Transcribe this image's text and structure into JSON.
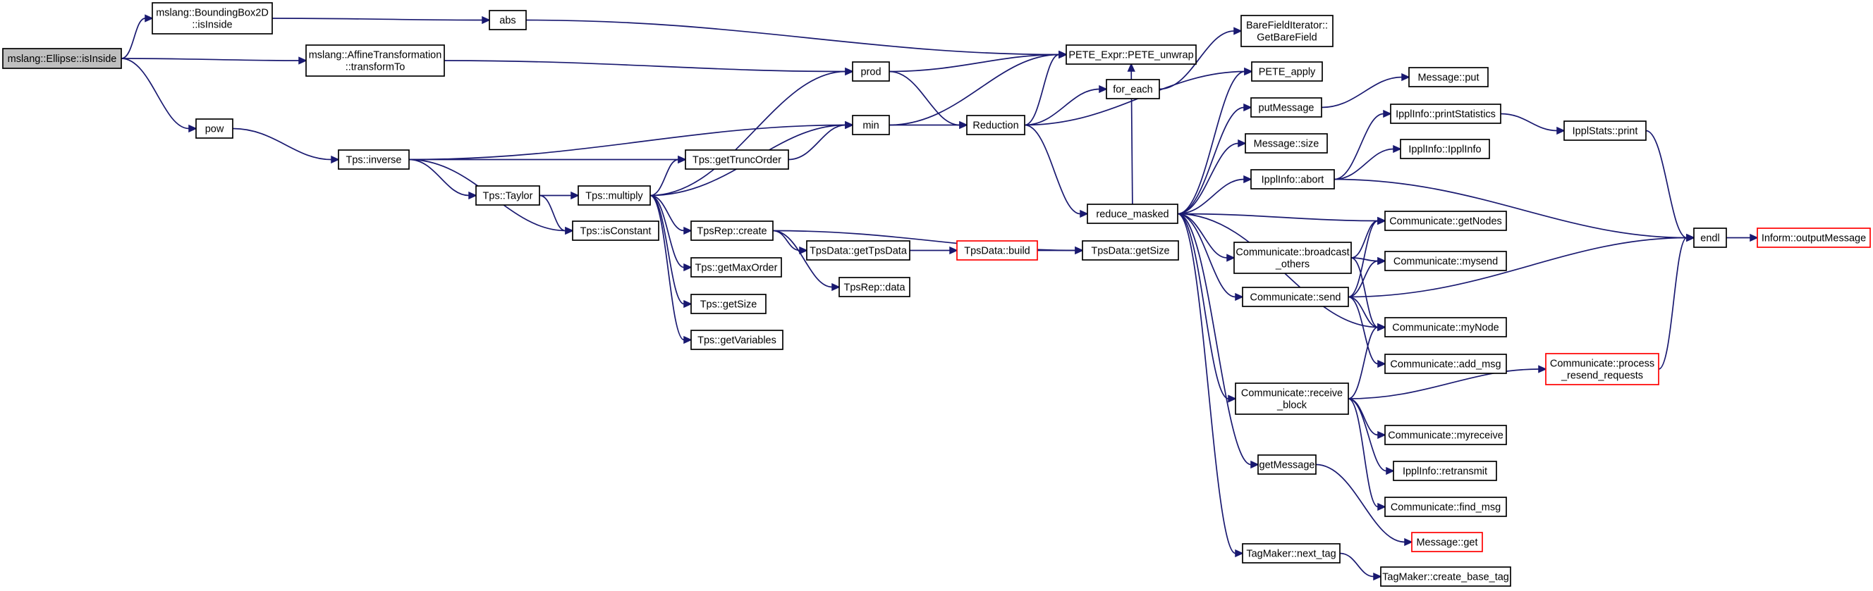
{
  "colors": {
    "edge": "#191970",
    "node_border": "#000000",
    "truncated_border": "#ff0000",
    "root_fill": "#bfbfbf"
  },
  "nodes": [
    {
      "id": "ellipse_isinside",
      "lines": [
        "mslang::Ellipse::isInside"
      ],
      "root": true
    },
    {
      "id": "bbox_isinside",
      "lines": [
        "mslang::BoundingBox2D",
        "::isInside"
      ]
    },
    {
      "id": "affine",
      "lines": [
        "mslang::AffineTransformation",
        "::transformTo"
      ]
    },
    {
      "id": "pow",
      "lines": [
        "pow"
      ]
    },
    {
      "id": "abs",
      "lines": [
        "abs"
      ]
    },
    {
      "id": "prod",
      "lines": [
        "prod"
      ]
    },
    {
      "id": "pete_unwrap",
      "lines": [
        "PETE_Expr::PETE_unwrap"
      ]
    },
    {
      "id": "barefield",
      "lines": [
        "BareFieldIterator::",
        "GetBareField"
      ]
    },
    {
      "id": "pete_apply",
      "lines": [
        "PETE_apply"
      ]
    },
    {
      "id": "for_each",
      "lines": [
        "for_each"
      ]
    },
    {
      "id": "min",
      "lines": [
        "min"
      ]
    },
    {
      "id": "reduction",
      "lines": [
        "Reduction"
      ]
    },
    {
      "id": "tps_inverse",
      "lines": [
        "Tps::inverse"
      ]
    },
    {
      "id": "tps_trunc",
      "lines": [
        "Tps::getTruncOrder"
      ]
    },
    {
      "id": "tps_taylor",
      "lines": [
        "Tps::Taylor"
      ]
    },
    {
      "id": "tps_multiply",
      "lines": [
        "Tps::multiply"
      ]
    },
    {
      "id": "tps_isconst",
      "lines": [
        "Tps::isConstant"
      ]
    },
    {
      "id": "tpsrep_create",
      "lines": [
        "TpsRep::create"
      ]
    },
    {
      "id": "tpsdata_get",
      "lines": [
        "TpsData::getTpsData"
      ]
    },
    {
      "id": "tpsdata_build",
      "lines": [
        "TpsData::build"
      ],
      "truncated": true
    },
    {
      "id": "tpsdata_size",
      "lines": [
        "TpsData::getSize"
      ]
    },
    {
      "id": "tpsrep_data",
      "lines": [
        "TpsRep::data"
      ]
    },
    {
      "id": "tps_maxorder",
      "lines": [
        "Tps::getMaxOrder"
      ]
    },
    {
      "id": "tps_size",
      "lines": [
        "Tps::getSize"
      ]
    },
    {
      "id": "tps_vars",
      "lines": [
        "Tps::getVariables"
      ]
    },
    {
      "id": "reduce_masked",
      "lines": [
        "reduce_masked"
      ]
    },
    {
      "id": "putmessage",
      "lines": [
        "putMessage"
      ]
    },
    {
      "id": "message_put",
      "lines": [
        "Message::put"
      ]
    },
    {
      "id": "message_size",
      "lines": [
        "Message::size"
      ]
    },
    {
      "id": "ippl_abort",
      "lines": [
        "IpplInfo::abort"
      ]
    },
    {
      "id": "ippl_printstats",
      "lines": [
        "IpplInfo::printStatistics"
      ]
    },
    {
      "id": "ippl_ipplinfo",
      "lines": [
        "IpplInfo::IpplInfo"
      ]
    },
    {
      "id": "ipplstats_print",
      "lines": [
        "IpplStats::print"
      ]
    },
    {
      "id": "endl",
      "lines": [
        "endl"
      ]
    },
    {
      "id": "inform_output",
      "lines": [
        "Inform::outputMessage"
      ],
      "truncated": true
    },
    {
      "id": "comm_broadcast",
      "lines": [
        "Communicate::broadcast",
        "_others"
      ]
    },
    {
      "id": "comm_getnodes",
      "lines": [
        "Communicate::getNodes"
      ]
    },
    {
      "id": "comm_mysend",
      "lines": [
        "Communicate::mysend"
      ]
    },
    {
      "id": "comm_send",
      "lines": [
        "Communicate::send"
      ]
    },
    {
      "id": "comm_mynode",
      "lines": [
        "Communicate::myNode"
      ]
    },
    {
      "id": "comm_addmsg",
      "lines": [
        "Communicate::add_msg"
      ]
    },
    {
      "id": "comm_process",
      "lines": [
        "Communicate::process",
        "_resend_requests"
      ],
      "truncated": true
    },
    {
      "id": "comm_receive",
      "lines": [
        "Communicate::receive",
        "_block"
      ]
    },
    {
      "id": "comm_myreceive",
      "lines": [
        "Communicate::myreceive"
      ]
    },
    {
      "id": "ippl_retransmit",
      "lines": [
        "IpplInfo::retransmit"
      ]
    },
    {
      "id": "comm_findmsg",
      "lines": [
        "Communicate::find_msg"
      ]
    },
    {
      "id": "getmessage",
      "lines": [
        "getMessage"
      ]
    },
    {
      "id": "message_get",
      "lines": [
        "Message::get"
      ],
      "truncated": true
    },
    {
      "id": "tagmaker_next",
      "lines": [
        "TagMaker::next_tag"
      ]
    },
    {
      "id": "tagmaker_create",
      "lines": [
        "TagMaker::create_base_tag"
      ]
    }
  ],
  "edges": [
    [
      "ellipse_isinside",
      "bbox_isinside"
    ],
    [
      "ellipse_isinside",
      "affine"
    ],
    [
      "ellipse_isinside",
      "pow"
    ],
    [
      "bbox_isinside",
      "abs"
    ],
    [
      "abs",
      "pete_unwrap"
    ],
    [
      "affine",
      "prod"
    ],
    [
      "prod",
      "pete_unwrap"
    ],
    [
      "prod",
      "reduction"
    ],
    [
      "pow",
      "tps_inverse"
    ],
    [
      "tps_inverse",
      "min"
    ],
    [
      "tps_inverse",
      "tps_trunc"
    ],
    [
      "tps_inverse",
      "tps_taylor"
    ],
    [
      "tps_inverse",
      "tps_isconst"
    ],
    [
      "tps_taylor",
      "tps_multiply"
    ],
    [
      "tps_taylor",
      "tps_isconst"
    ],
    [
      "tps_multiply",
      "prod"
    ],
    [
      "tps_multiply",
      "min"
    ],
    [
      "tps_multiply",
      "tps_trunc"
    ],
    [
      "tps_multiply",
      "tpsrep_create"
    ],
    [
      "tps_multiply",
      "tps_maxorder"
    ],
    [
      "tps_multiply",
      "tps_size"
    ],
    [
      "tps_multiply",
      "tps_vars"
    ],
    [
      "tps_trunc",
      "min"
    ],
    [
      "min",
      "pete_unwrap"
    ],
    [
      "min",
      "reduction"
    ],
    [
      "reduction",
      "pete_unwrap"
    ],
    [
      "reduction",
      "for_each"
    ],
    [
      "reduction",
      "pete_apply"
    ],
    [
      "reduction",
      "reduce_masked"
    ],
    [
      "for_each",
      "barefield"
    ],
    [
      "tpsrep_create",
      "tpsdata_get"
    ],
    [
      "tpsrep_create",
      "tpsdata_size"
    ],
    [
      "tpsrep_create",
      "tpsrep_data"
    ],
    [
      "tpsdata_get",
      "tpsdata_build"
    ],
    [
      "tpsdata_build",
      "tpsdata_size"
    ],
    [
      "reduce_masked",
      "pete_unwrap"
    ],
    [
      "reduce_masked",
      "pete_apply"
    ],
    [
      "reduce_masked",
      "putmessage"
    ],
    [
      "reduce_masked",
      "message_size"
    ],
    [
      "reduce_masked",
      "ippl_abort"
    ],
    [
      "reduce_masked",
      "comm_getnodes"
    ],
    [
      "reduce_masked",
      "comm_broadcast"
    ],
    [
      "reduce_masked",
      "comm_send"
    ],
    [
      "reduce_masked",
      "comm_mynode"
    ],
    [
      "reduce_masked",
      "comm_receive"
    ],
    [
      "reduce_masked",
      "getmessage"
    ],
    [
      "reduce_masked",
      "tagmaker_next"
    ],
    [
      "putmessage",
      "message_put"
    ],
    [
      "ippl_abort",
      "ippl_printstats"
    ],
    [
      "ippl_abort",
      "ippl_ipplinfo"
    ],
    [
      "ippl_abort",
      "endl"
    ],
    [
      "ippl_printstats",
      "ipplstats_print"
    ],
    [
      "ipplstats_print",
      "endl"
    ],
    [
      "endl",
      "inform_output"
    ],
    [
      "comm_broadcast",
      "comm_getnodes"
    ],
    [
      "comm_broadcast",
      "comm_mysend"
    ],
    [
      "comm_broadcast",
      "comm_mynode"
    ],
    [
      "comm_send",
      "comm_getnodes"
    ],
    [
      "comm_send",
      "comm_mysend"
    ],
    [
      "comm_send",
      "endl"
    ],
    [
      "comm_send",
      "comm_mynode"
    ],
    [
      "comm_send",
      "comm_addmsg"
    ],
    [
      "comm_receive",
      "comm_mynode"
    ],
    [
      "comm_receive",
      "comm_process"
    ],
    [
      "comm_receive",
      "comm_myreceive"
    ],
    [
      "comm_receive",
      "ippl_retransmit"
    ],
    [
      "comm_receive",
      "comm_findmsg"
    ],
    [
      "comm_process",
      "endl"
    ],
    [
      "getmessage",
      "message_get"
    ],
    [
      "tagmaker_next",
      "tagmaker_create"
    ]
  ]
}
